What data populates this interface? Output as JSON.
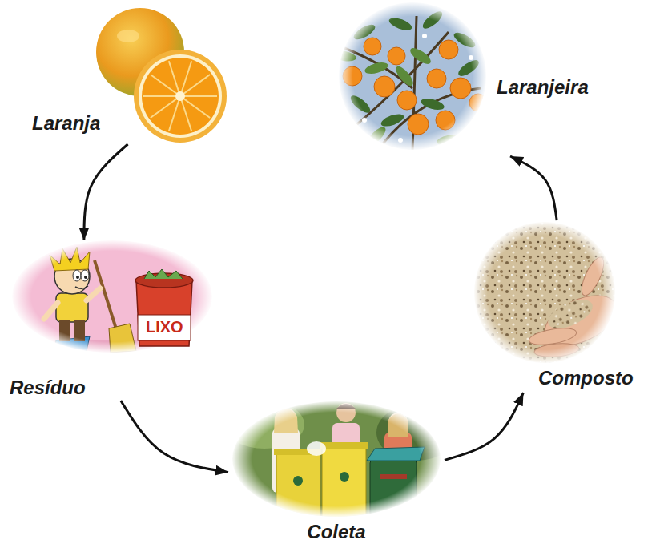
{
  "diagram": {
    "nodes": [
      {
        "text": [
          "Laranja"
        ]
      },
      {
        "text": [
          "Resíduo"
        ]
      },
      {
        "text": [
          "Coleta"
        ]
      },
      {
        "text": [
          "Composto"
        ]
      },
      {
        "text": [
          "Laranjeira"
        ]
      }
    ],
    "edges": [
      {
        "from": 0,
        "to": 1,
        "arrow": "to"
      },
      {
        "from": 1,
        "to": 2,
        "arrow": "to"
      },
      {
        "from": 2,
        "to": 3,
        "arrow": "to"
      },
      {
        "from": 3,
        "to": 4,
        "arrow": "to"
      }
    ],
    "labels": [
      "LIXO"
    ]
  }
}
